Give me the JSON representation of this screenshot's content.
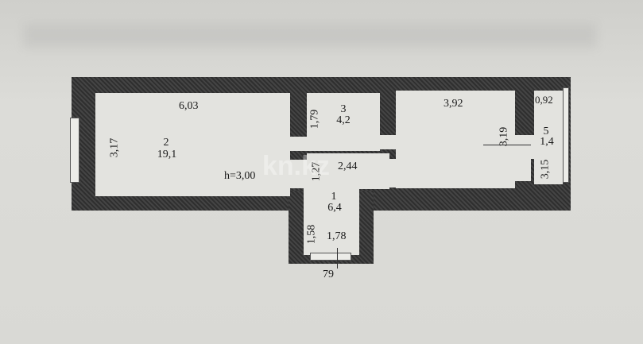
{
  "plan": {
    "height_label": "h=3,00",
    "rooms": [
      {
        "number": "2",
        "area": "19,1",
        "width": "6,03",
        "depth": "3,17"
      },
      {
        "number": "3",
        "area": "4,2",
        "depth": "1,79"
      },
      {
        "number": "1",
        "area": "6,4",
        "corridor_width": "2,44",
        "corridor_depth": "1,27",
        "vestibule_depth": "1,58",
        "vestibule_width": "1,78"
      },
      {
        "width": "3,92",
        "depth": "3,19"
      },
      {
        "number": "5",
        "area": "1,4",
        "width": "0,92",
        "depth": "3,15"
      }
    ],
    "entrance_label": "79",
    "watermark": "kn.kz"
  }
}
